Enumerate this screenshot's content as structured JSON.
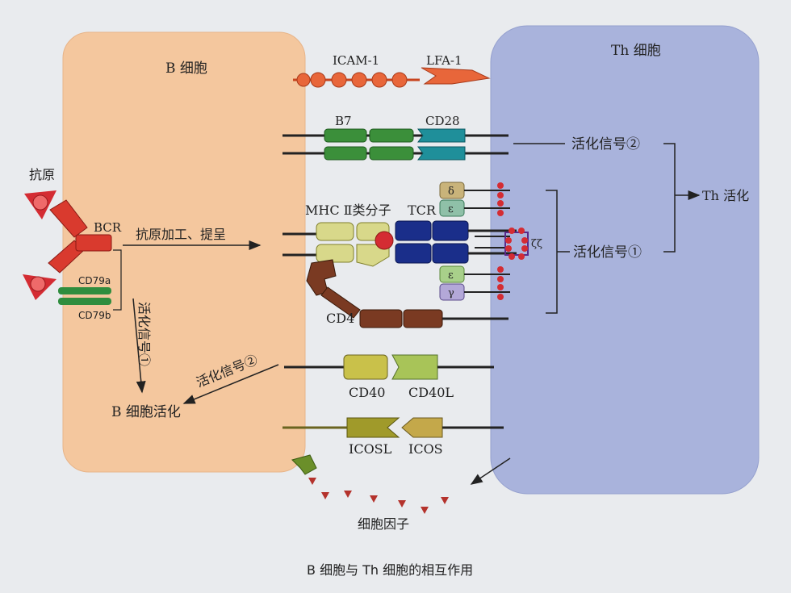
{
  "figure": {
    "caption": "B 细胞与 Th 细胞的相互作用",
    "b_cell_label": "B 细胞",
    "th_cell_label": "Th 细胞",
    "antigen_label": "抗原",
    "bcr_label": "BCR",
    "cd79a_label": "CD79a",
    "cd79b_label": "CD79b",
    "processing_label": "抗原加工、提呈",
    "signal1_vertical": "活化信号①",
    "signal2_left": "活化信号②",
    "b_activation_label": "B 细胞活化",
    "icam_label": "ICAM-1",
    "lfa_label": "LFA-1",
    "b7_label": "B7",
    "cd28_label": "CD28",
    "mhc_label": "MHC Ⅱ类分子",
    "tcr_label": "TCR",
    "cd4_label": "CD4",
    "cd40_label": "CD40",
    "cd40l_label": "CD40L",
    "icosl_label": "ICOSL",
    "icos_label": "ICOS",
    "cytokine_label": "细胞因子",
    "signal2_right": "活化信号②",
    "signal1_right": "活化信号①",
    "th_activation": "Th 活化",
    "delta_label": "δ",
    "epsilon_label": "ε",
    "gamma_label": "γ",
    "zeta_label": "ζζ"
  },
  "colors": {
    "b_cell": "#f4c79e",
    "th_cell": "#a9b3dc",
    "icam": "#e8663a",
    "b7": "#3b8f3a",
    "cd28": "#1f8f9a",
    "mhc": "#d8d88a",
    "tcr": "#1a2e8a",
    "cd4": "#7a3a22",
    "cd40": "#c9c14a",
    "icos": "#a09a2a",
    "antigen": "#d42c33",
    "bcr": "#d93a2e",
    "cd79": "#2f8d3e",
    "cytokine": "#b4322c"
  }
}
